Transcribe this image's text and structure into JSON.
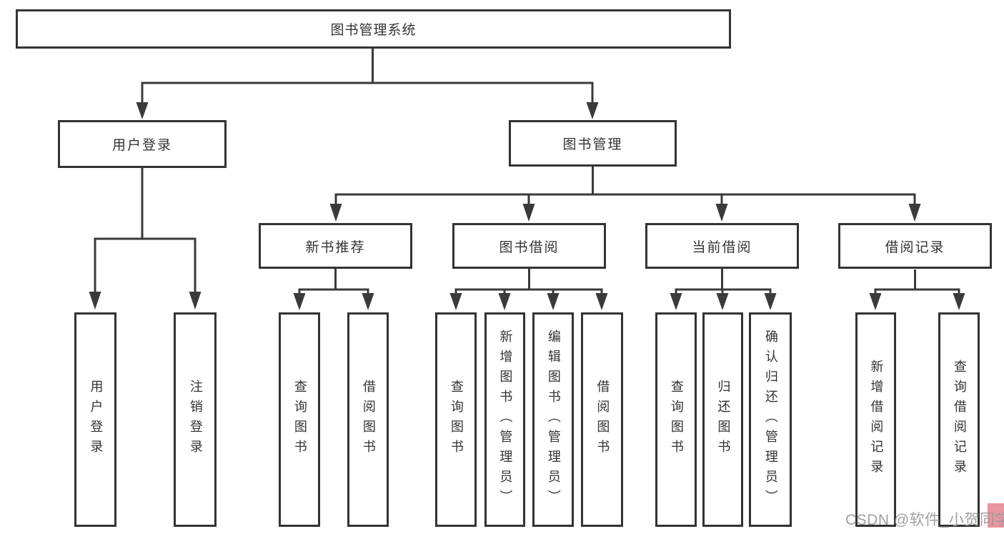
{
  "title": "图书管理系统",
  "tree": {
    "root": "图书管理系统",
    "branches": [
      {
        "label": "用户登录",
        "children": [
          {
            "label": "用户登录"
          },
          {
            "label": "注销登录"
          }
        ]
      },
      {
        "label": "图书管理",
        "children": [
          {
            "label": "新书推荐",
            "children": [
              {
                "label": "查询图书"
              },
              {
                "label": "借阅图书"
              }
            ]
          },
          {
            "label": "图书借阅",
            "children": [
              {
                "label": "查询图书"
              },
              {
                "label": "新增图书（管理员）"
              },
              {
                "label": "编辑图书（管理员）"
              },
              {
                "label": "借阅图书"
              }
            ]
          },
          {
            "label": "当前借阅",
            "children": [
              {
                "label": "查询图书"
              },
              {
                "label": "归还图书"
              },
              {
                "label": "确认归还（管理员）"
              }
            ]
          },
          {
            "label": "借阅记录",
            "children": [
              {
                "label": "新增借阅记录"
              },
              {
                "label": "查询借阅记录"
              }
            ]
          }
        ]
      }
    ]
  },
  "watermark": {
    "text": "CSDN @软件_小贺同学",
    "color": "#9b9b9b",
    "accent_color": "#e9969f"
  },
  "colors": {
    "line": "#3a3a3a",
    "border": "#333333",
    "text": "#333333",
    "background": "#ffffff"
  }
}
